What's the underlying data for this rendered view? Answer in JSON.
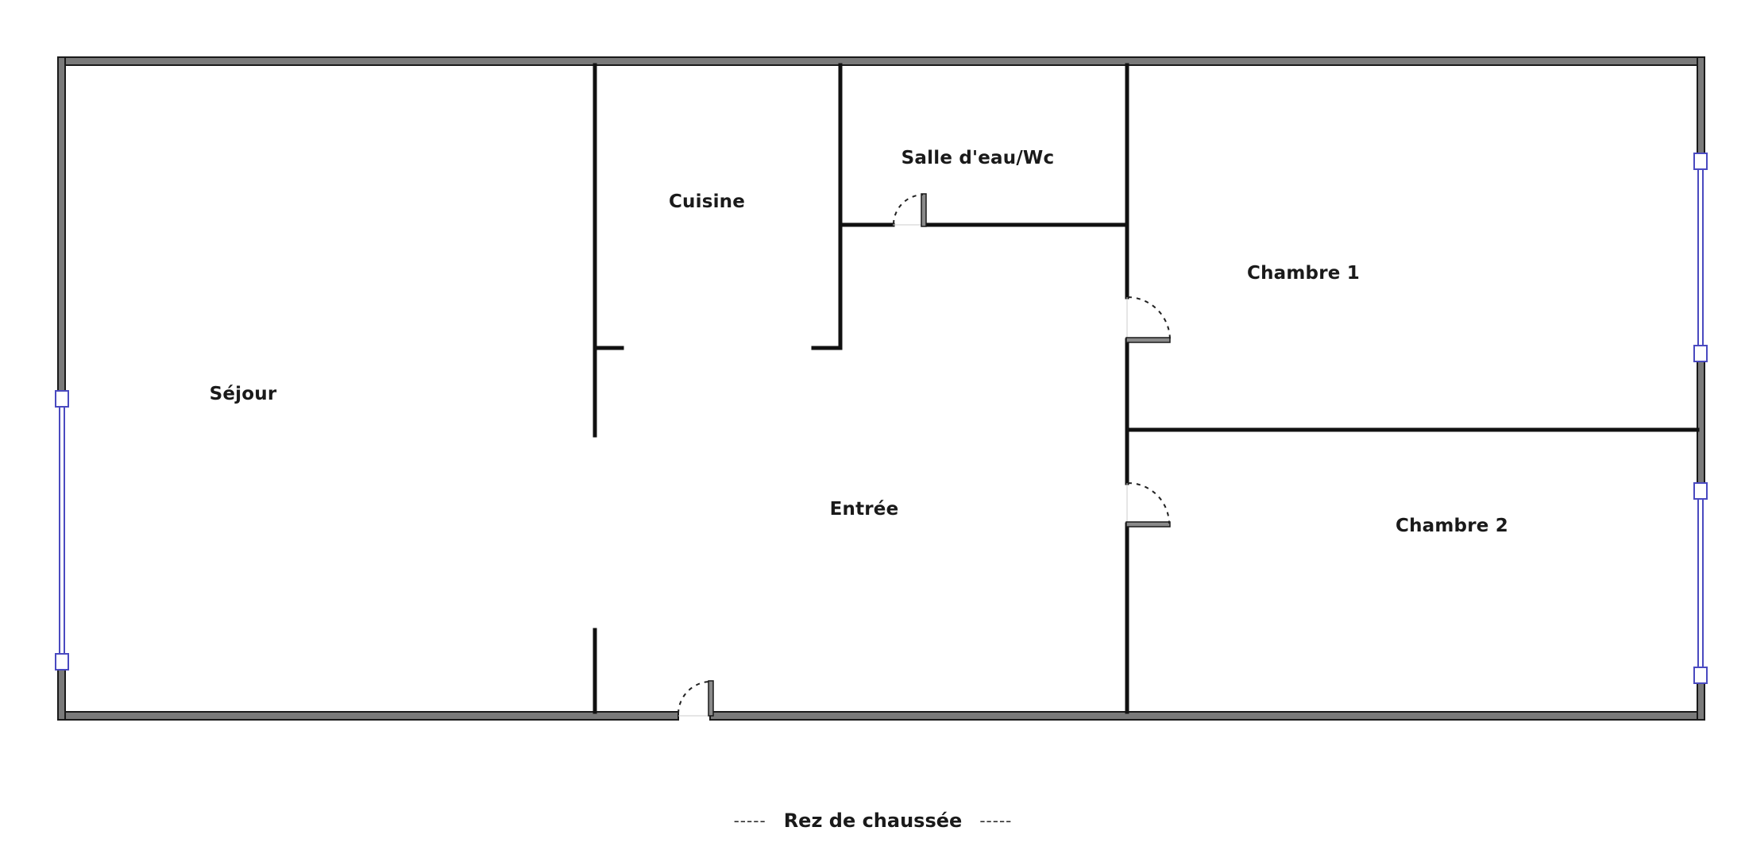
{
  "plan": {
    "caption": "Rez de chaussée",
    "caption_dash_left": "-----",
    "caption_dash_right": "-----",
    "colors": {
      "wall_outline": "#1a1a1a",
      "wall_fill": "#7a7a7a",
      "interior_wall": "#111111",
      "window": "#4a4ac0",
      "door": "#222222"
    }
  },
  "rooms": [
    {
      "name": "Séjour"
    },
    {
      "name": "Cuisine"
    },
    {
      "name": "Salle d'eau/Wc"
    },
    {
      "name": "Chambre 1"
    },
    {
      "name": "Entrée"
    },
    {
      "name": "Chambre 2"
    }
  ]
}
